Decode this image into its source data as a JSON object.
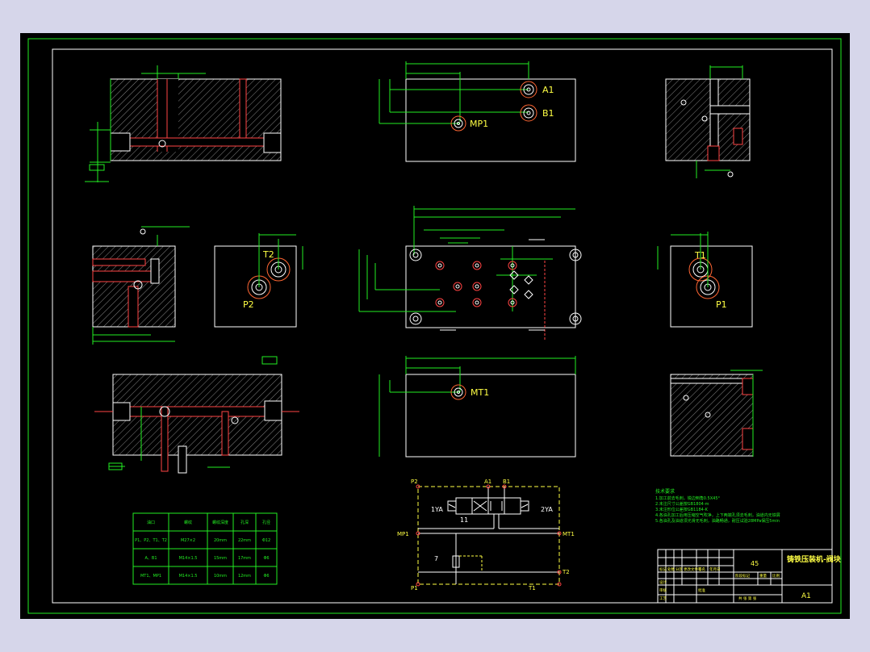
{
  "labels": {
    "a1": "A1",
    "b1": "B1",
    "mp1": "MP1",
    "mt1": "MT1",
    "t2": "T2",
    "p2": "P2",
    "t1": "T1",
    "p1": "P1",
    "sch_p2": "P2",
    "sch_a1": "A1",
    "sch_b1": "B1",
    "yv1": "1YA",
    "yv2": "2YA",
    "sch_11": "11",
    "sch_mp1": "MP1",
    "sch_mt1": "MT1",
    "sch_7": "7",
    "sch_t2": "T2",
    "sch_p1": "P1",
    "sch_t1": "T1"
  },
  "notes": {
    "title": "技术要求",
    "lines": [
      "1.加工前去毛刺，锐边倒角0.5X45°",
      "2.未注尺寸公差按GB1804-m",
      "3.未注形位公差按GB1184-K",
      "4.各油孔加工后用压缩空气吹净，上下两端孔须去毛刺，油道内无铁屑",
      "5.各油孔及油道须光滑无毛刺，油路畅通，耐压试验28MPa保压5min"
    ]
  },
  "table": {
    "headers": [
      "油口",
      "螺纹",
      "螺纹深度",
      "孔深",
      "孔径"
    ],
    "rows": [
      [
        "P1、P2、T1、T2",
        "M27×2",
        "20mm",
        "22mm",
        "Φ12"
      ],
      [
        "A、B1",
        "M14×1.5",
        "15mm",
        "17mm",
        "Φ6"
      ],
      [
        "MT1、MP1",
        "M14×1.5",
        "10mm",
        "12mm",
        "Φ6"
      ]
    ]
  },
  "title_block": {
    "drawing_name": "铸铁压装机-阀块",
    "material": "45",
    "scale": "A1",
    "cells": [
      "标记",
      "处数",
      "分区",
      "更改文件号",
      "签名",
      "年月日",
      "阶段标记",
      "重量",
      "比例",
      "设计",
      "审核",
      "工艺",
      "批准",
      "共 张 第 张"
    ]
  }
}
